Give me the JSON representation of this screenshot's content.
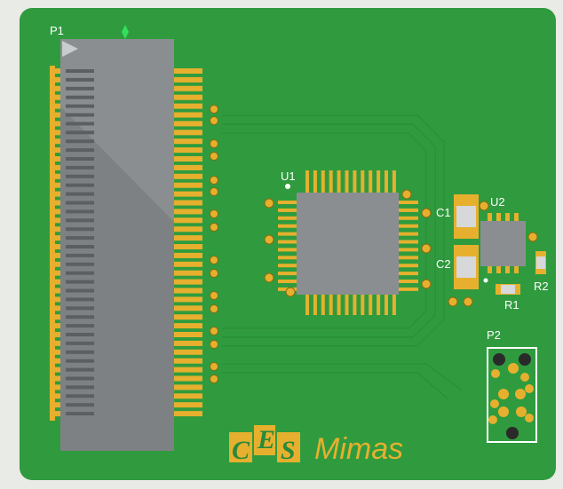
{
  "board": {
    "pcb_color": "#2f9b3e",
    "pad_color": "#e6b02e",
    "body_color": "#8b8e91"
  },
  "connector_p1": {
    "label": "P1",
    "pin_rows": 40
  },
  "ic_u1": {
    "label": "U1"
  },
  "ic_u2": {
    "label": "U2"
  },
  "cap_c1": {
    "label": "C1"
  },
  "cap_c2": {
    "label": "C2"
  },
  "res_r1": {
    "label": "R1"
  },
  "res_r2": {
    "label": "R2"
  },
  "header_p2": {
    "label": "P2"
  },
  "logo": {
    "letters": [
      "C",
      "E",
      "S"
    ],
    "text": "Mimas"
  }
}
